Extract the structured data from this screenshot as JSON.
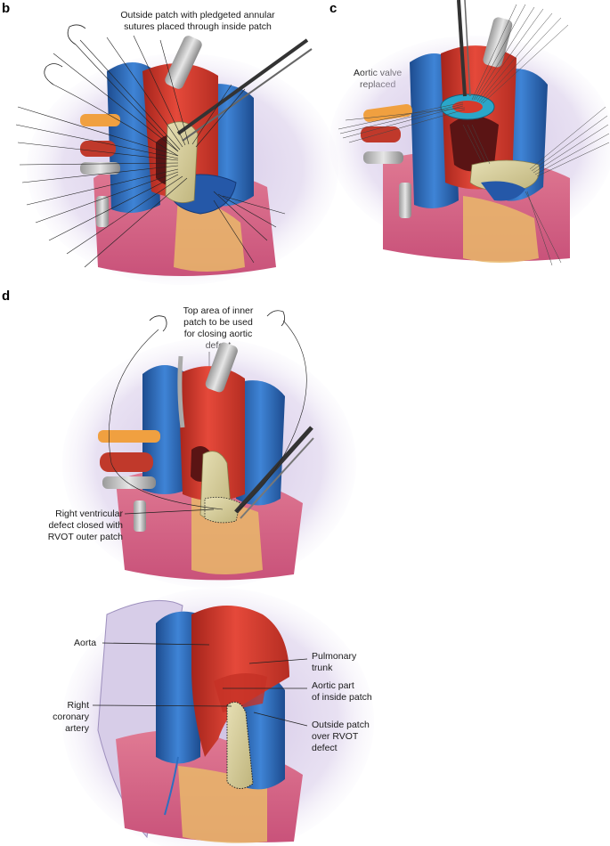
{
  "panels": {
    "b": {
      "letter": "b",
      "label_line1": "Outside patch with pledgeted annular",
      "label_line2": "sutures placed through inside patch"
    },
    "c": {
      "letter": "c",
      "label_line1": "Aortic valve",
      "label_line2": "replaced"
    },
    "d": {
      "letter": "d",
      "top_label_line1": "Top area of inner",
      "top_label_line2": "patch to be used",
      "top_label_line3": "for closing aortic",
      "top_label_line4": "defect",
      "left_label_line1": "Right ventricular",
      "left_label_line2": "defect closed with",
      "left_label_line3": "RVOT outer patch"
    },
    "e": {
      "aorta": "Aorta",
      "pulm_line1": "Pulmonary",
      "pulm_line2": "trunk",
      "aortic_part_line1": "Aortic part",
      "aortic_part_line2": "of inside patch",
      "rca_line1": "Right",
      "rca_line2": "coronary",
      "rca_line3": "artery",
      "outside_line1": "Outside patch",
      "outside_line2": "over RVOT",
      "outside_line3": "defect"
    }
  },
  "colors": {
    "aorta_red": "#d63a2c",
    "aorta_dark": "#a5241b",
    "pulmonary_blue": "#2e6fbf",
    "pulmonary_dark": "#1d4c8f",
    "myocardium_pink": "#d96a86",
    "fat_yellow": "#e8b25a",
    "patch_beige": "#d8cf9e",
    "tube_gray": "#c8c8c8",
    "halo_purple": "#c9b9e0",
    "cannula_orange": "#f0a040"
  }
}
